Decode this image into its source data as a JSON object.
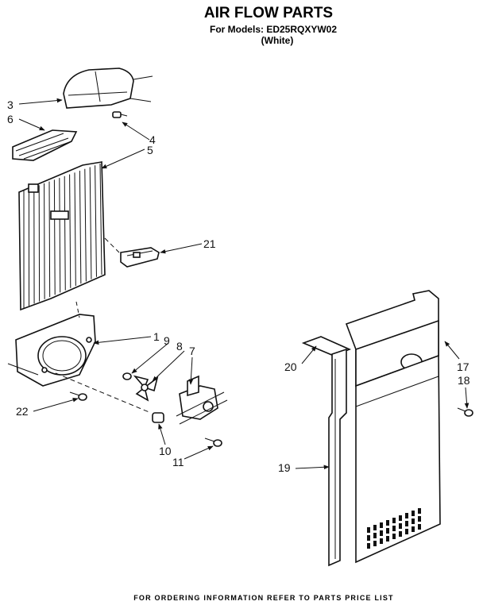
{
  "header": {
    "title": "AIR FLOW PARTS",
    "models": "For Models: ED25RQXYW02",
    "color": "(White)"
  },
  "callouts": [
    "1",
    "3",
    "4",
    "5",
    "6",
    "7",
    "8",
    "9",
    "10",
    "11",
    "17",
    "18",
    "19",
    "20",
    "21",
    "22"
  ],
  "footer": {
    "note": "FOR ORDERING INFORMATION REFER TO PARTS PRICE LIST"
  },
  "colors": {
    "ink": "#111111",
    "paper": "#ffffff"
  }
}
